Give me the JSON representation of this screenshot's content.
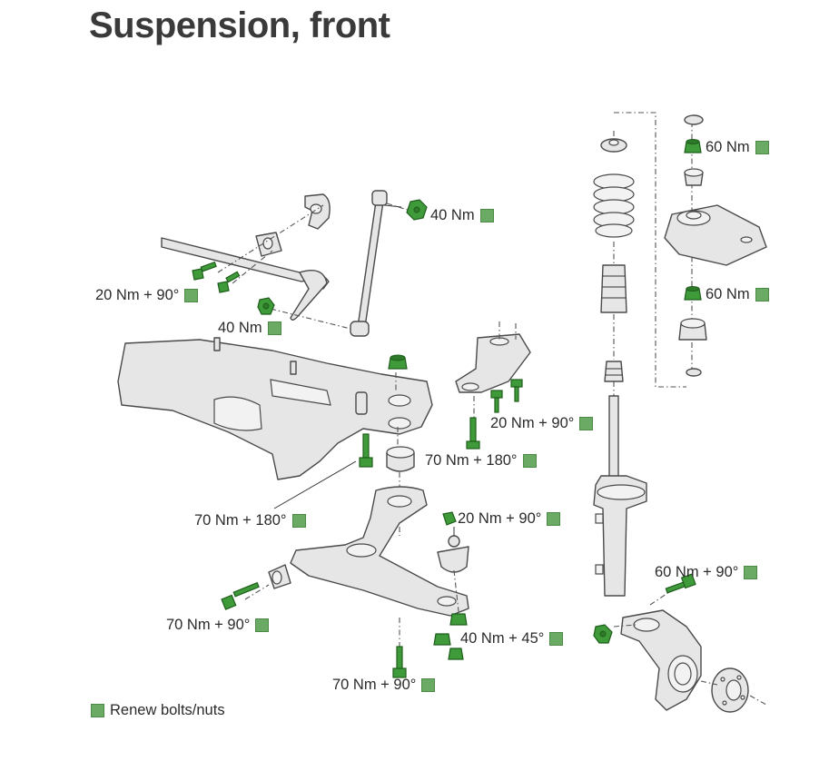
{
  "title": "Suspension, front",
  "legend": {
    "text": "Renew bolts/nuts",
    "color": "#6aaa64"
  },
  "colors": {
    "part_fill": "#e6e6e6",
    "part_stroke": "#4a4a4a",
    "fastener": "#3f9a3a",
    "fastener_dark": "#1f5e1c"
  },
  "torques": [
    {
      "id": "t1",
      "text": "40 Nm"
    },
    {
      "id": "t2",
      "text": "20 Nm + 90°"
    },
    {
      "id": "t3",
      "text": "40 Nm"
    },
    {
      "id": "t4",
      "text": "60 Nm"
    },
    {
      "id": "t5",
      "text": "60 Nm"
    },
    {
      "id": "t6",
      "text": "20 Nm + 90°"
    },
    {
      "id": "t7",
      "text": "70 Nm + 180°"
    },
    {
      "id": "t8",
      "text": "70 Nm + 180°"
    },
    {
      "id": "t9",
      "text": "20 Nm + 90°"
    },
    {
      "id": "t10",
      "text": "60 Nm + 90°"
    },
    {
      "id": "t11",
      "text": "70 Nm + 90°"
    },
    {
      "id": "t12",
      "text": "40 Nm + 45°"
    },
    {
      "id": "t13",
      "text": "70 Nm + 90°"
    }
  ]
}
